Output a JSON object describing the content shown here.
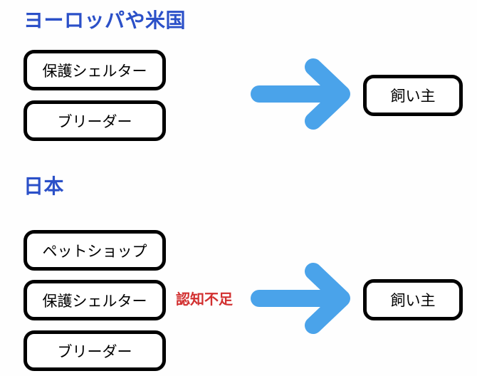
{
  "diagram": {
    "title_colors": {
      "heading_blue": "#2b50c8",
      "arrow_blue": "#4aa3ea",
      "note_red": "#d23030",
      "box_border": "#000000",
      "background": "#fefefe"
    },
    "sections": [
      {
        "id": "western",
        "heading": "ヨーロッパや米国",
        "sources": [
          {
            "label": "保護シェルター"
          },
          {
            "label": "ブリーダー"
          }
        ],
        "arrow": {
          "icon": "right-arrow-icon",
          "note": ""
        },
        "destination": {
          "label": "飼い主"
        }
      },
      {
        "id": "japan",
        "heading": "日本",
        "sources": [
          {
            "label": "ペットショップ"
          },
          {
            "label": "保護シェルター"
          },
          {
            "label": "ブリーダー"
          }
        ],
        "arrow": {
          "icon": "right-arrow-icon",
          "note": "認知不足"
        },
        "destination": {
          "label": "飼い主"
        }
      }
    ]
  }
}
